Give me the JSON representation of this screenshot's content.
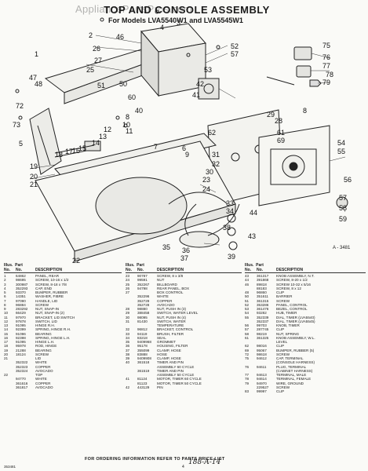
{
  "watermark": "AppliancePartsPros.com",
  "title": "TOP AND CONSOLE ASSEMBLY",
  "subtitle": "For Models LVA5540W1 and LVA5545W1",
  "figure_code": "A - 3481",
  "callouts": {
    "c1": "1",
    "c2": "2",
    "c3": "3",
    "c4": "4",
    "c5": "5",
    "c6": "6",
    "c7": "7",
    "c8": "8",
    "c9": "9",
    "c10": "10",
    "c11": "11",
    "c12": "12",
    "c13": "13",
    "c14": "14",
    "c15": "15",
    "c16": "16",
    "c17": "17",
    "c18": "18",
    "c19": "19",
    "c20": "20",
    "c21": "21",
    "c22": "22",
    "c23": "23",
    "c24": "24",
    "c25": "25",
    "c26": "26",
    "c27": "27",
    "c28": "28",
    "c29": "29",
    "c30": "30",
    "c31": "31",
    "c32": "32",
    "c33": "33",
    "c34": "34",
    "c35": "35",
    "c36": "36",
    "c37": "37",
    "c38": "38",
    "c39": "39",
    "c40": "40",
    "c41": "41",
    "c42": "42",
    "c43": "43",
    "c44": "44",
    "c46": "46",
    "c47": "47",
    "c48": "48",
    "c49": "49",
    "c50": "50",
    "c51": "51",
    "c52": "52",
    "c53": "53",
    "c54": "54",
    "c55": "55",
    "c56": "56",
    "c57": "57",
    "c58": "58",
    "c59": "59",
    "c60": "60",
    "c61": "61",
    "c62": "62",
    "c69": "69",
    "c72": "72",
    "c73": "73",
    "c75": "75",
    "c76": "76",
    "c77": "77",
    "c78": "78",
    "c79": "79"
  },
  "parts_header": {
    "illus_part": "Illus.  Part",
    "no": "No.",
    "part_no": "No.",
    "description": "DESCRIPTION"
  },
  "parts_col1": [
    [
      "1",
      "64862",
      "PANEL, REAR"
    ],
    [
      "2",
      "98695",
      "SCREW, 10-16 x 1/2"
    ],
    [
      "3",
      "300987",
      "SCREW, 8-18 x 7/8"
    ],
    [
      "4",
      "352293",
      "CAP, END"
    ],
    [
      "5",
      "93370",
      "BUMPER, RUBBER"
    ],
    [
      "6",
      "14351",
      "WASHER, FIBRE"
    ],
    [
      "7",
      "97090",
      "HANDLE, LID"
    ],
    [
      "8",
      "96884",
      "SCREW"
    ],
    [
      "9",
      "283292",
      "NUT, SNAP-IN"
    ],
    [
      "10",
      "66429",
      "NUT, SNAP-IN (2)"
    ],
    [
      "11",
      "97970",
      "BRACKET, LID SWITCH"
    ],
    [
      "12",
      "97878",
      "SWITCH, LID"
    ],
    [
      "13",
      "91095",
      "HINGE R.H."
    ],
    [
      "14",
      "92399",
      "SPRING, HINGE R.H."
    ],
    [
      "15",
      "91096",
      "BEARING"
    ],
    [
      "16",
      "92398",
      "SPRING, HINGE L.H."
    ],
    [
      "17",
      "91095",
      "HINGE L.H."
    ],
    [
      "18",
      "95978",
      "ROD, HINGE"
    ],
    [
      "19",
      "21288",
      "BEARING"
    ],
    [
      "20",
      "18124",
      "SCREW"
    ],
    [
      "21",
      "",
      "LID"
    ],
    [
      "",
      "352322",
      "WHITE"
    ],
    [
      "",
      "352323",
      "COPPER"
    ],
    [
      "",
      "352324",
      "AVOCADO"
    ],
    [
      "22",
      "",
      "TOP"
    ],
    [
      "",
      "94770",
      "WHITE"
    ],
    [
      "",
      "361616",
      "COPPER"
    ],
    [
      "",
      "361817",
      "AVOCADO"
    ]
  ],
  "parts_col2": [
    [
      "23",
      "90787",
      "SCREW, 8 x 3/8"
    ],
    [
      "24",
      "99591",
      "NUT"
    ],
    [
      "25",
      "352267",
      "BILLBOARD"
    ],
    [
      "26",
      "94798",
      "REAR PANEL, BOX"
    ],
    [
      "27",
      "",
      "BOX CONTROL"
    ],
    [
      "",
      "352296",
      "WHITE"
    ],
    [
      "",
      "352729",
      "COPPER"
    ],
    [
      "",
      "352728",
      "AVOCADO"
    ],
    [
      "28",
      "98880",
      "NUT, PUSH IN (3)"
    ],
    [
      "29",
      "388458",
      "SWITCH, WATER LEVEL"
    ],
    [
      "30",
      "98095",
      "NUT, PUSH IN (4)"
    ],
    [
      "31",
      "81430",
      "SWITCH, WATER"
    ],
    [
      "",
      "",
      "TEMPERATURE"
    ],
    [
      "32",
      "96812",
      "BRACKET, CONTROL"
    ],
    [
      "33",
      "94119",
      "BRUSH, FILTER"
    ],
    [
      "34",
      "83218",
      "SEAL"
    ],
    [
      "35",
      "9409968",
      "GROMMET"
    ],
    [
      "36",
      "95178",
      "HOUSING, FILTER"
    ],
    [
      "37",
      "355099",
      "CLAMP, HOSE"
    ],
    [
      "38",
      "83888",
      "HOSE"
    ],
    [
      "39",
      "9409908",
      "CLAMP, HOSE"
    ],
    [
      "40",
      "361518",
      "TIMER AND PIN"
    ],
    [
      "",
      "",
      "ASSEMBLY 60 CYCLE"
    ],
    [
      "",
      "361519",
      "TIMER AND PIN"
    ],
    [
      "",
      "",
      "ASSEMBLY 50 CYCLE"
    ],
    [
      "41",
      "81124",
      "MOTOR, TIMER 60 CYCLE"
    ],
    [
      "",
      "81123",
      "MOTOR, TIMER 50 CYCLE"
    ],
    [
      "42",
      "443129",
      "PIN"
    ]
  ],
  "parts_col3": [
    [
      "43",
      "361317",
      "KNOB ASSEMBLY, N.T."
    ],
    [
      "44",
      "391868",
      "SCREW, 8-20 x 1/2"
    ],
    [
      "46",
      "89818",
      "SCREW 10-32 x 5/16"
    ],
    [
      "",
      "88183",
      "SCREW, 8 x 12"
    ],
    [
      "48",
      "96860",
      "CLIP"
    ],
    [
      "50",
      "351611",
      "BARRIER"
    ],
    [
      "51",
      "361315",
      "SCREW"
    ],
    [
      "52",
      "353286",
      "PANEL, CONTROL"
    ],
    [
      "53",
      "361476",
      "BEZEL, CONTROL"
    ],
    [
      "54",
      "93282",
      "HUB, TIMER"
    ],
    [
      "55",
      "352339",
      "DIAL, TIMER (LVA5540)"
    ],
    [
      "",
      "352337",
      "DIAL, TIMER (LVA5545)"
    ],
    [
      "56",
      "99703",
      "KNOB, TIMER"
    ],
    [
      "57",
      "287745",
      "CLIP"
    ],
    [
      "58",
      "98219",
      "NUT, SPRING"
    ],
    [
      "61",
      "361325",
      "KNOB ASSEMBLY, W.L."
    ],
    [
      "",
      "",
      "LEVEL"
    ],
    [
      "62",
      "98016",
      "CLIP"
    ],
    [
      "69",
      "95067",
      "BUMPER, RUBBER (5)"
    ],
    [
      "72",
      "98618",
      "SCREW"
    ],
    [
      "75",
      "94612",
      "CAP, TERMINAL"
    ],
    [
      "",
      "",
      "(CONSOLE HARNESS)"
    ],
    [
      "76",
      "94611",
      "PLUG, TERMINAL"
    ],
    [
      "",
      "",
      "(CABINET HARNESS)"
    ],
    [
      "77",
      "94613",
      "TERMINAL, MALE"
    ],
    [
      "78",
      "94614",
      "TERMINAL, FEMALE"
    ],
    [
      "79",
      "94970",
      "WIRE, GROUND"
    ],
    [
      "",
      "229527",
      "SCREW"
    ],
    [
      "83",
      "99997",
      "CLIP"
    ]
  ],
  "footer_text": "FOR ORDERING INFORMATION REFER TO PARTS PRICE LIST",
  "doc_code": "353481",
  "page_number": "4",
  "handwriting": "188-A-14"
}
